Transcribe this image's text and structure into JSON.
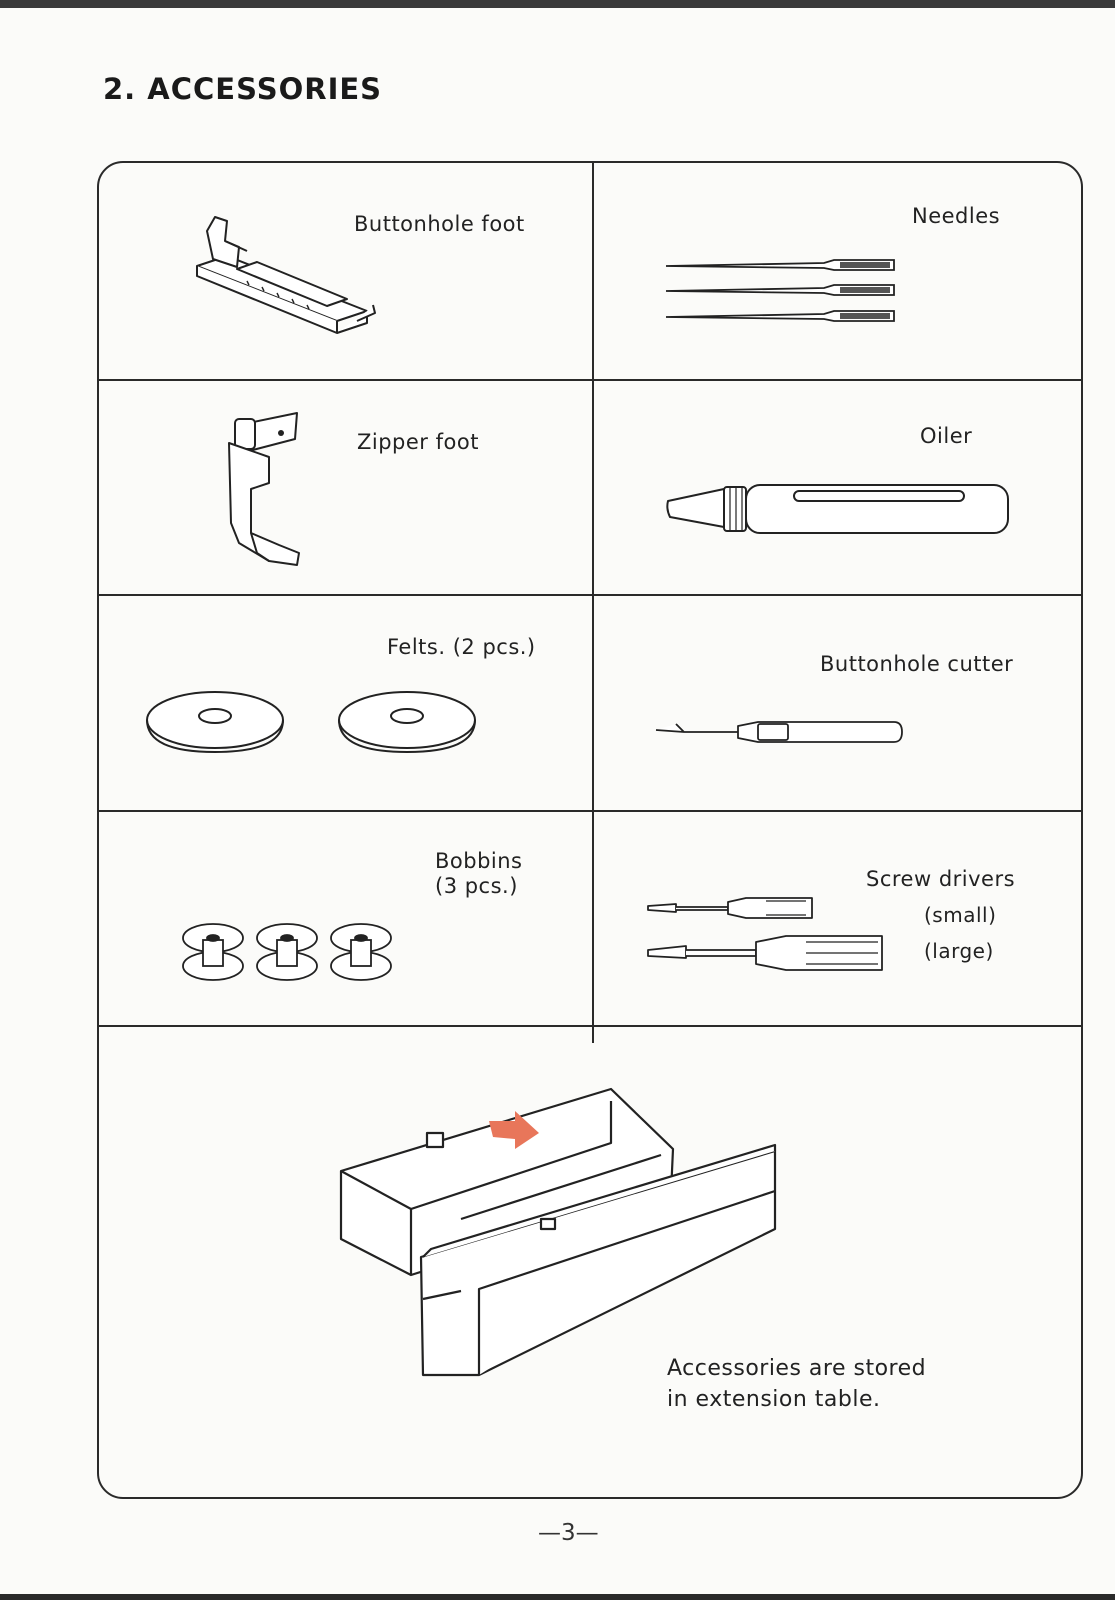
{
  "page": {
    "title": "2. ACCESSORIES",
    "page_number": "—3—"
  },
  "accessories": [
    {
      "label": "Buttonhole foot",
      "icon": "buttonhole-foot-icon"
    },
    {
      "label": "Needles",
      "icon": "needles-icon"
    },
    {
      "label": "Zipper  foot",
      "icon": "zipper-foot-icon"
    },
    {
      "label": "Oiler",
      "icon": "oiler-icon"
    },
    {
      "label": "Felts. (2 pcs.)",
      "icon": "felt-icon"
    },
    {
      "label": "Buttonhole  cutter",
      "icon": "buttonhole-cutter-icon"
    },
    {
      "label": "Bobbins",
      "sublabel": "(3  pcs.)",
      "icon": "bobbin-icon"
    },
    {
      "label": "Screw  drivers",
      "sublabels": [
        "(small)",
        "(large)"
      ],
      "icon": "screwdriver-icon"
    }
  ],
  "storage": {
    "lines": [
      "Accessories  are  stored",
      "in  extension  table."
    ],
    "icon": "extension-table-icon",
    "arrow_color": "#e8765a"
  }
}
